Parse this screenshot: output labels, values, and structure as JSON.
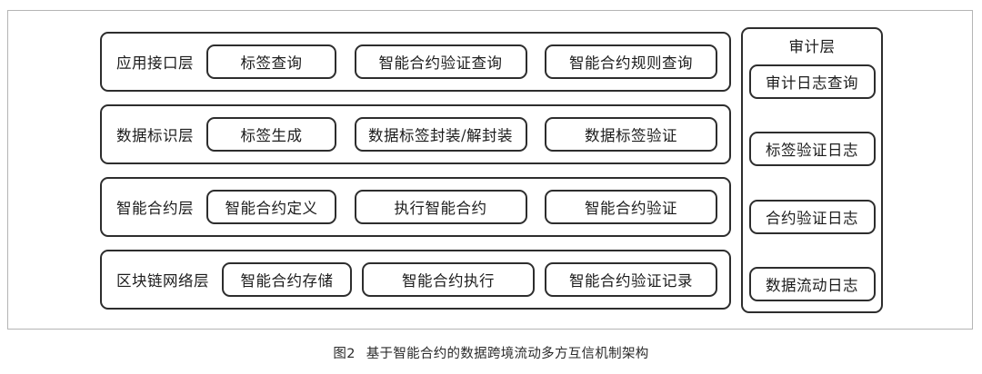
{
  "figure": {
    "caption_number": "图2",
    "caption_text": "基于智能合约的数据跨境流动多方互信机制架构",
    "frame_color": "#b5b5b5",
    "line_color": "#2d2d2d",
    "background": "#ffffff"
  },
  "layers": [
    {
      "label": "应用接口层",
      "modules": [
        "标签查询",
        "智能合约验证查询",
        "智能合约规则查询"
      ]
    },
    {
      "label": "数据标识层",
      "modules": [
        "标签生成",
        "数据标签封装/解封装",
        "数据标签验证"
      ]
    },
    {
      "label": "智能合约层",
      "modules": [
        "智能合约定义",
        "执行智能合约",
        "智能合约验证"
      ]
    },
    {
      "label": "区块链网络层",
      "modules": [
        "智能合约存储",
        "智能合约执行",
        "智能合约验证记录"
      ]
    }
  ],
  "audit": {
    "title": "审计层",
    "items": [
      "审计日志查询",
      "标签验证日志",
      "合约验证日志",
      "数据流动日志"
    ]
  }
}
